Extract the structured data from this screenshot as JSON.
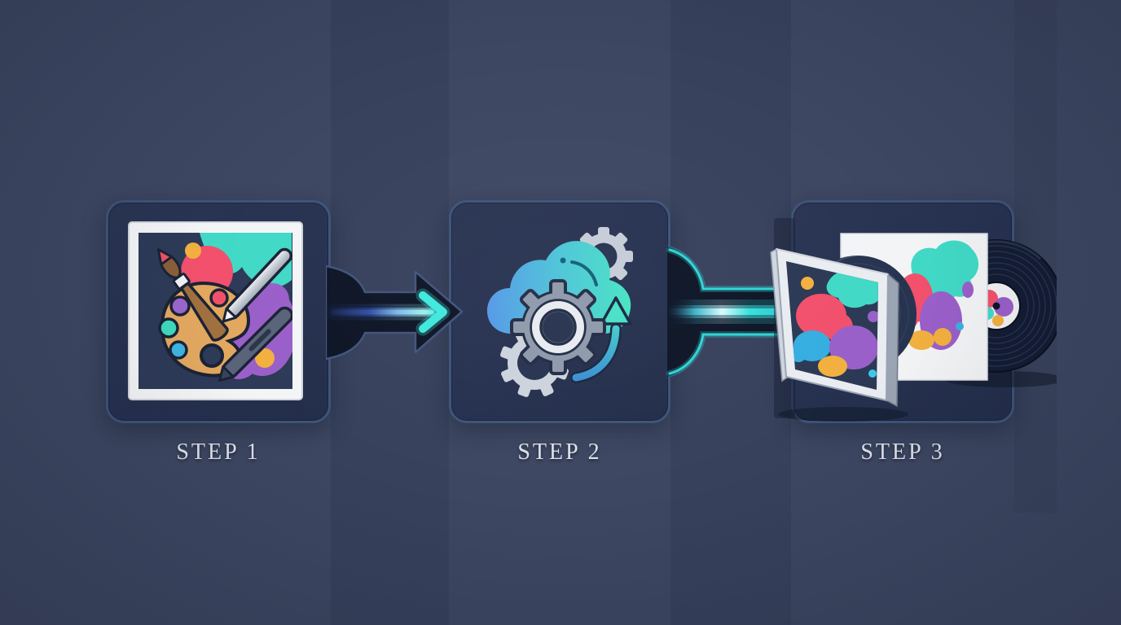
{
  "diagram": {
    "steps": [
      {
        "label": "STEP 1",
        "icon": "palette-artwork-icon"
      },
      {
        "label": "STEP 2",
        "icon": "cloud-gears-processing-icon"
      },
      {
        "label": "STEP 3",
        "icon": "cd-sleeve-vinyl-record-icon"
      }
    ],
    "connectors": [
      {
        "icon": "block-arrow-right-icon",
        "glow": "#3fe8de"
      },
      {
        "icon": "glow-beam-funnel-icon",
        "glow": "#3fe8de"
      }
    ],
    "colors": {
      "background": "#3d4762",
      "panel_fill": "#263150",
      "panel_border": "#3e5379",
      "label_text": "#dde1e9",
      "connector_dark": "#0d1526",
      "accent_cyan": "#3fe8de",
      "cloud_blue": "#5598e6",
      "cloud_teal": "#47e3c2",
      "blob_teal": "#41d9c6",
      "blob_pink": "#f2506c",
      "blob_purple": "#9a5fc9",
      "blob_yellow": "#f2b03f",
      "blob_blue": "#3bb0e0",
      "gear_gray": "#8e99ab",
      "gear_light": "#cdd3dc",
      "palette_tan": "#e2a860",
      "vinyl_dark": "#131c33"
    }
  }
}
